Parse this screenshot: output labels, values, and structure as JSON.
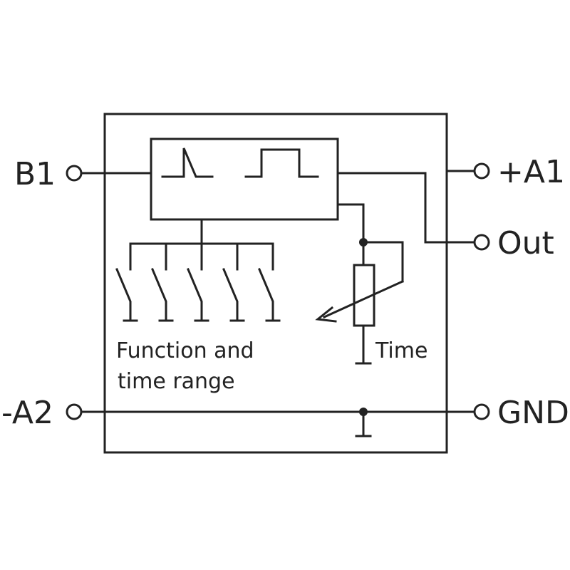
{
  "terminals": {
    "b1": "B1",
    "a1": "+A1",
    "out": "Out",
    "a2": "-A2",
    "gnd": "GND"
  },
  "annotations": {
    "switches_line1": "Function and",
    "switches_line2": "time range",
    "potentiometer": "Time"
  },
  "colors": {
    "ink": "#222222",
    "background": "#ffffff"
  }
}
